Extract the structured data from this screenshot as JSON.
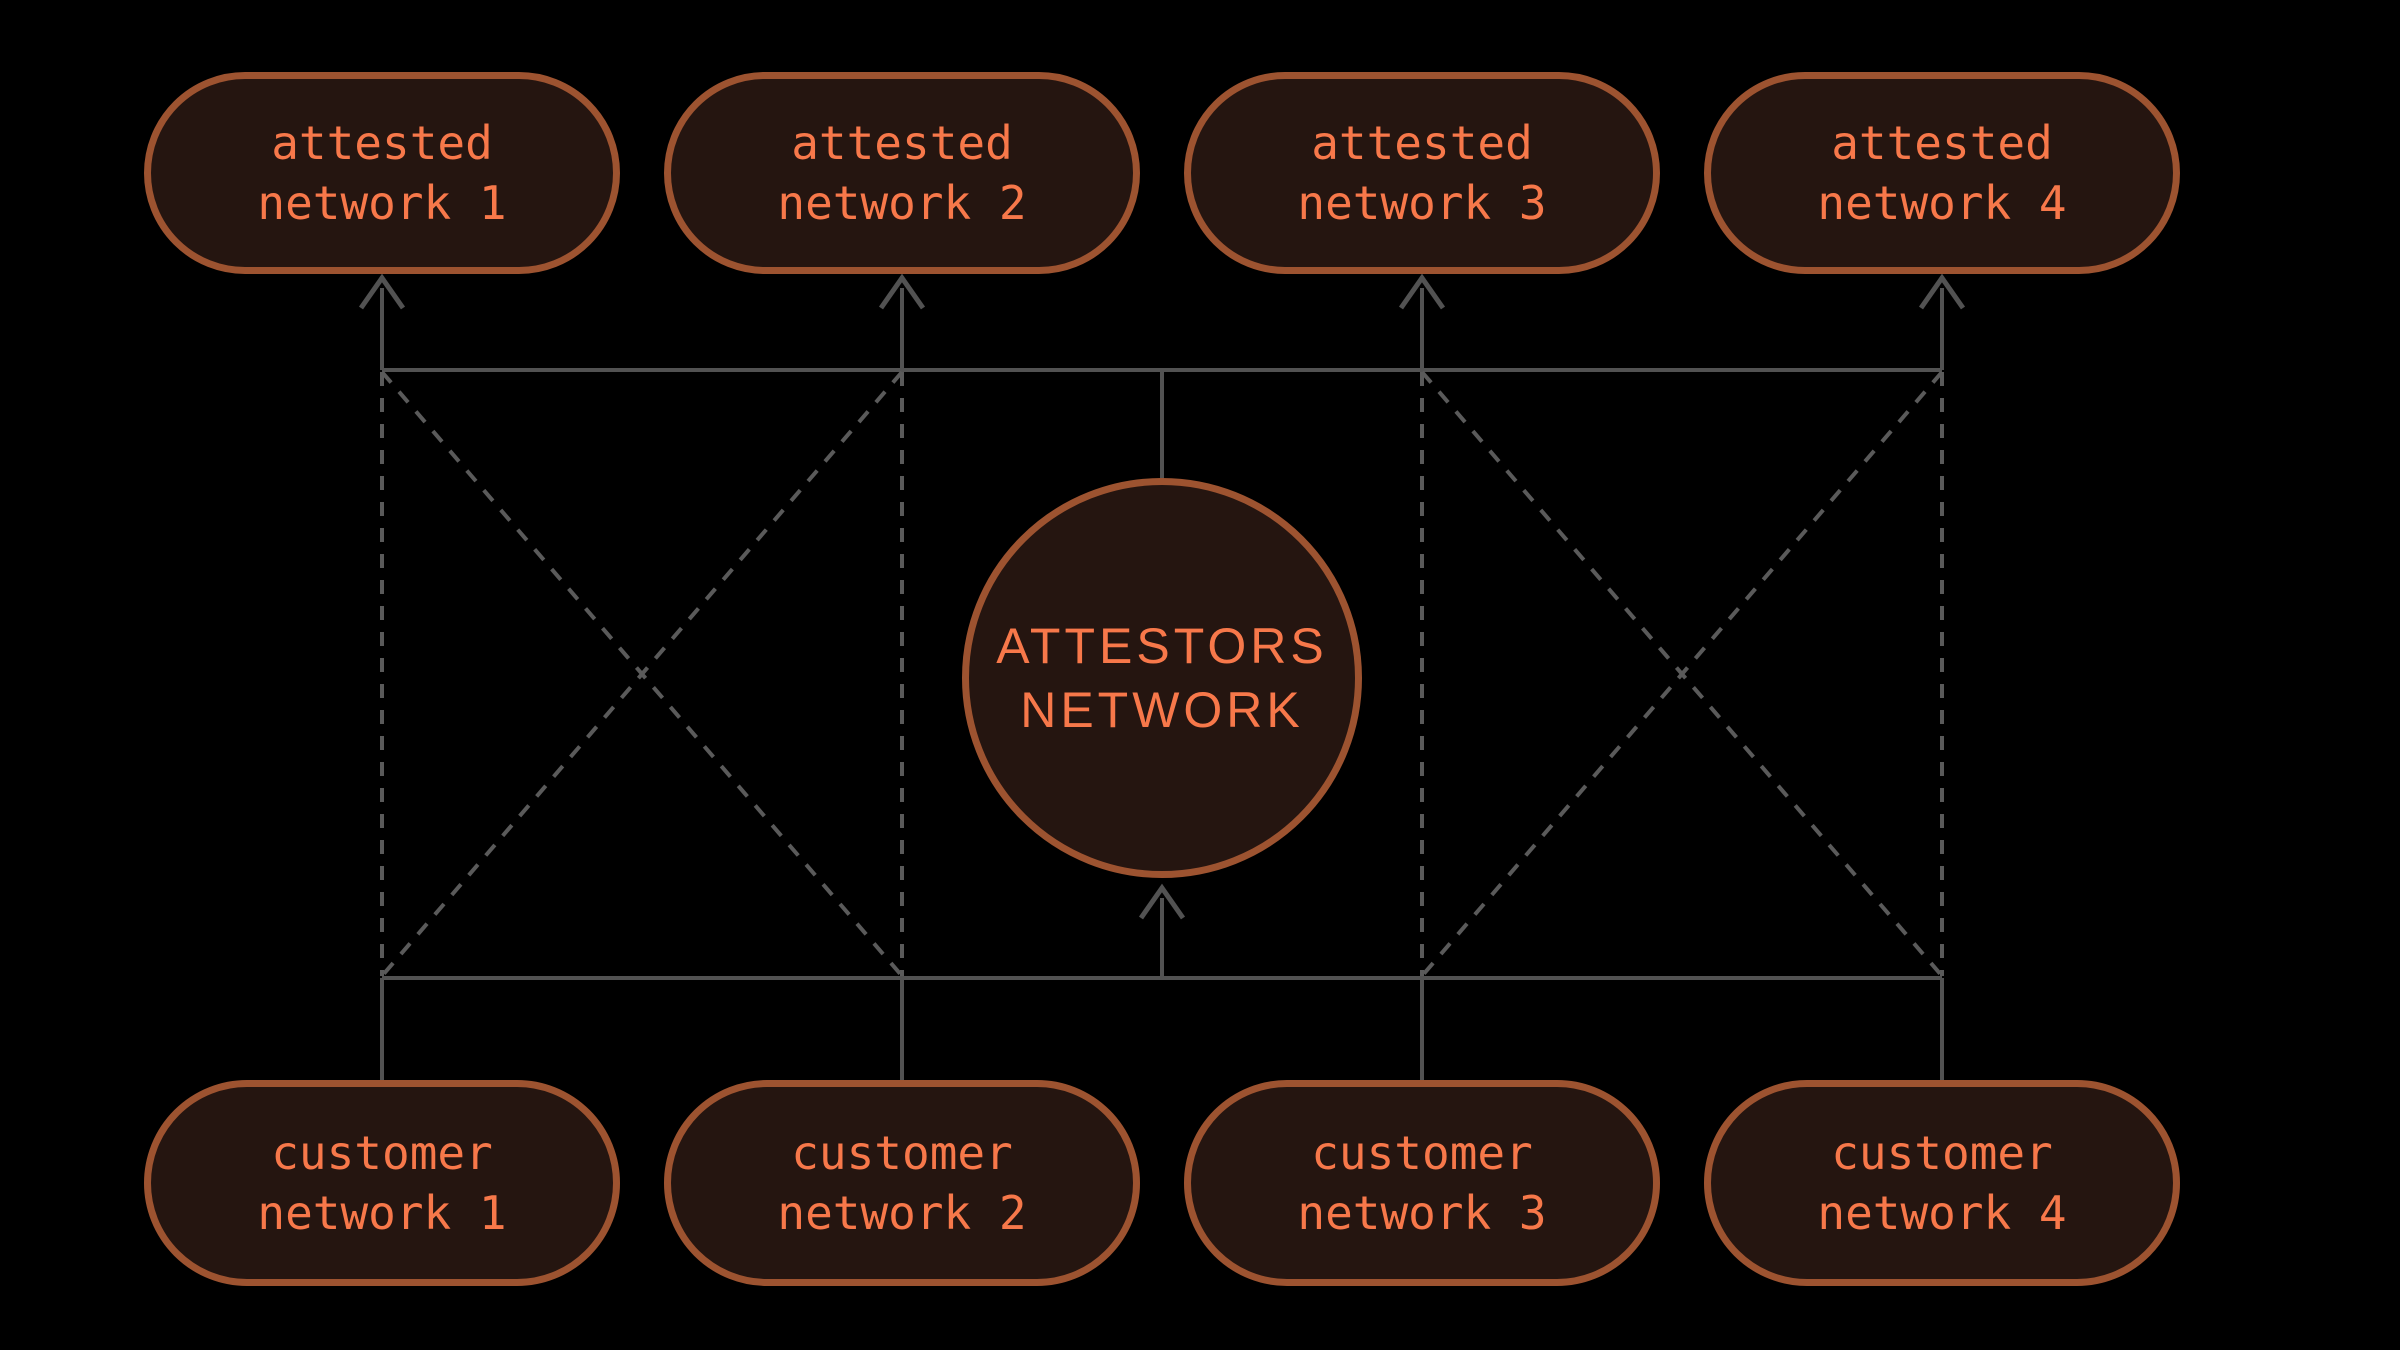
{
  "diagram": {
    "background": "#000000",
    "colors": {
      "node_border": "#9d5330",
      "node_fill": "#251510",
      "node_text": "#f7784a",
      "solid_line": "#525252",
      "dashed_line": "#5a5a5a"
    },
    "attested_nodes": [
      {
        "line1": "attested",
        "line2": "network 1"
      },
      {
        "line1": "attested",
        "line2": "network 2"
      },
      {
        "line1": "attested",
        "line2": "network 3"
      },
      {
        "line1": "attested",
        "line2": "network 4"
      }
    ],
    "center_node": {
      "line1": "ATTESTORS",
      "line2": "NETWORK"
    },
    "customer_nodes": [
      {
        "line1": "customer",
        "line2": "network 1"
      },
      {
        "line1": "customer",
        "line2": "network 2"
      },
      {
        "line1": "customer",
        "line2": "network 3"
      },
      {
        "line1": "customer",
        "line2": "network 4"
      }
    ]
  }
}
